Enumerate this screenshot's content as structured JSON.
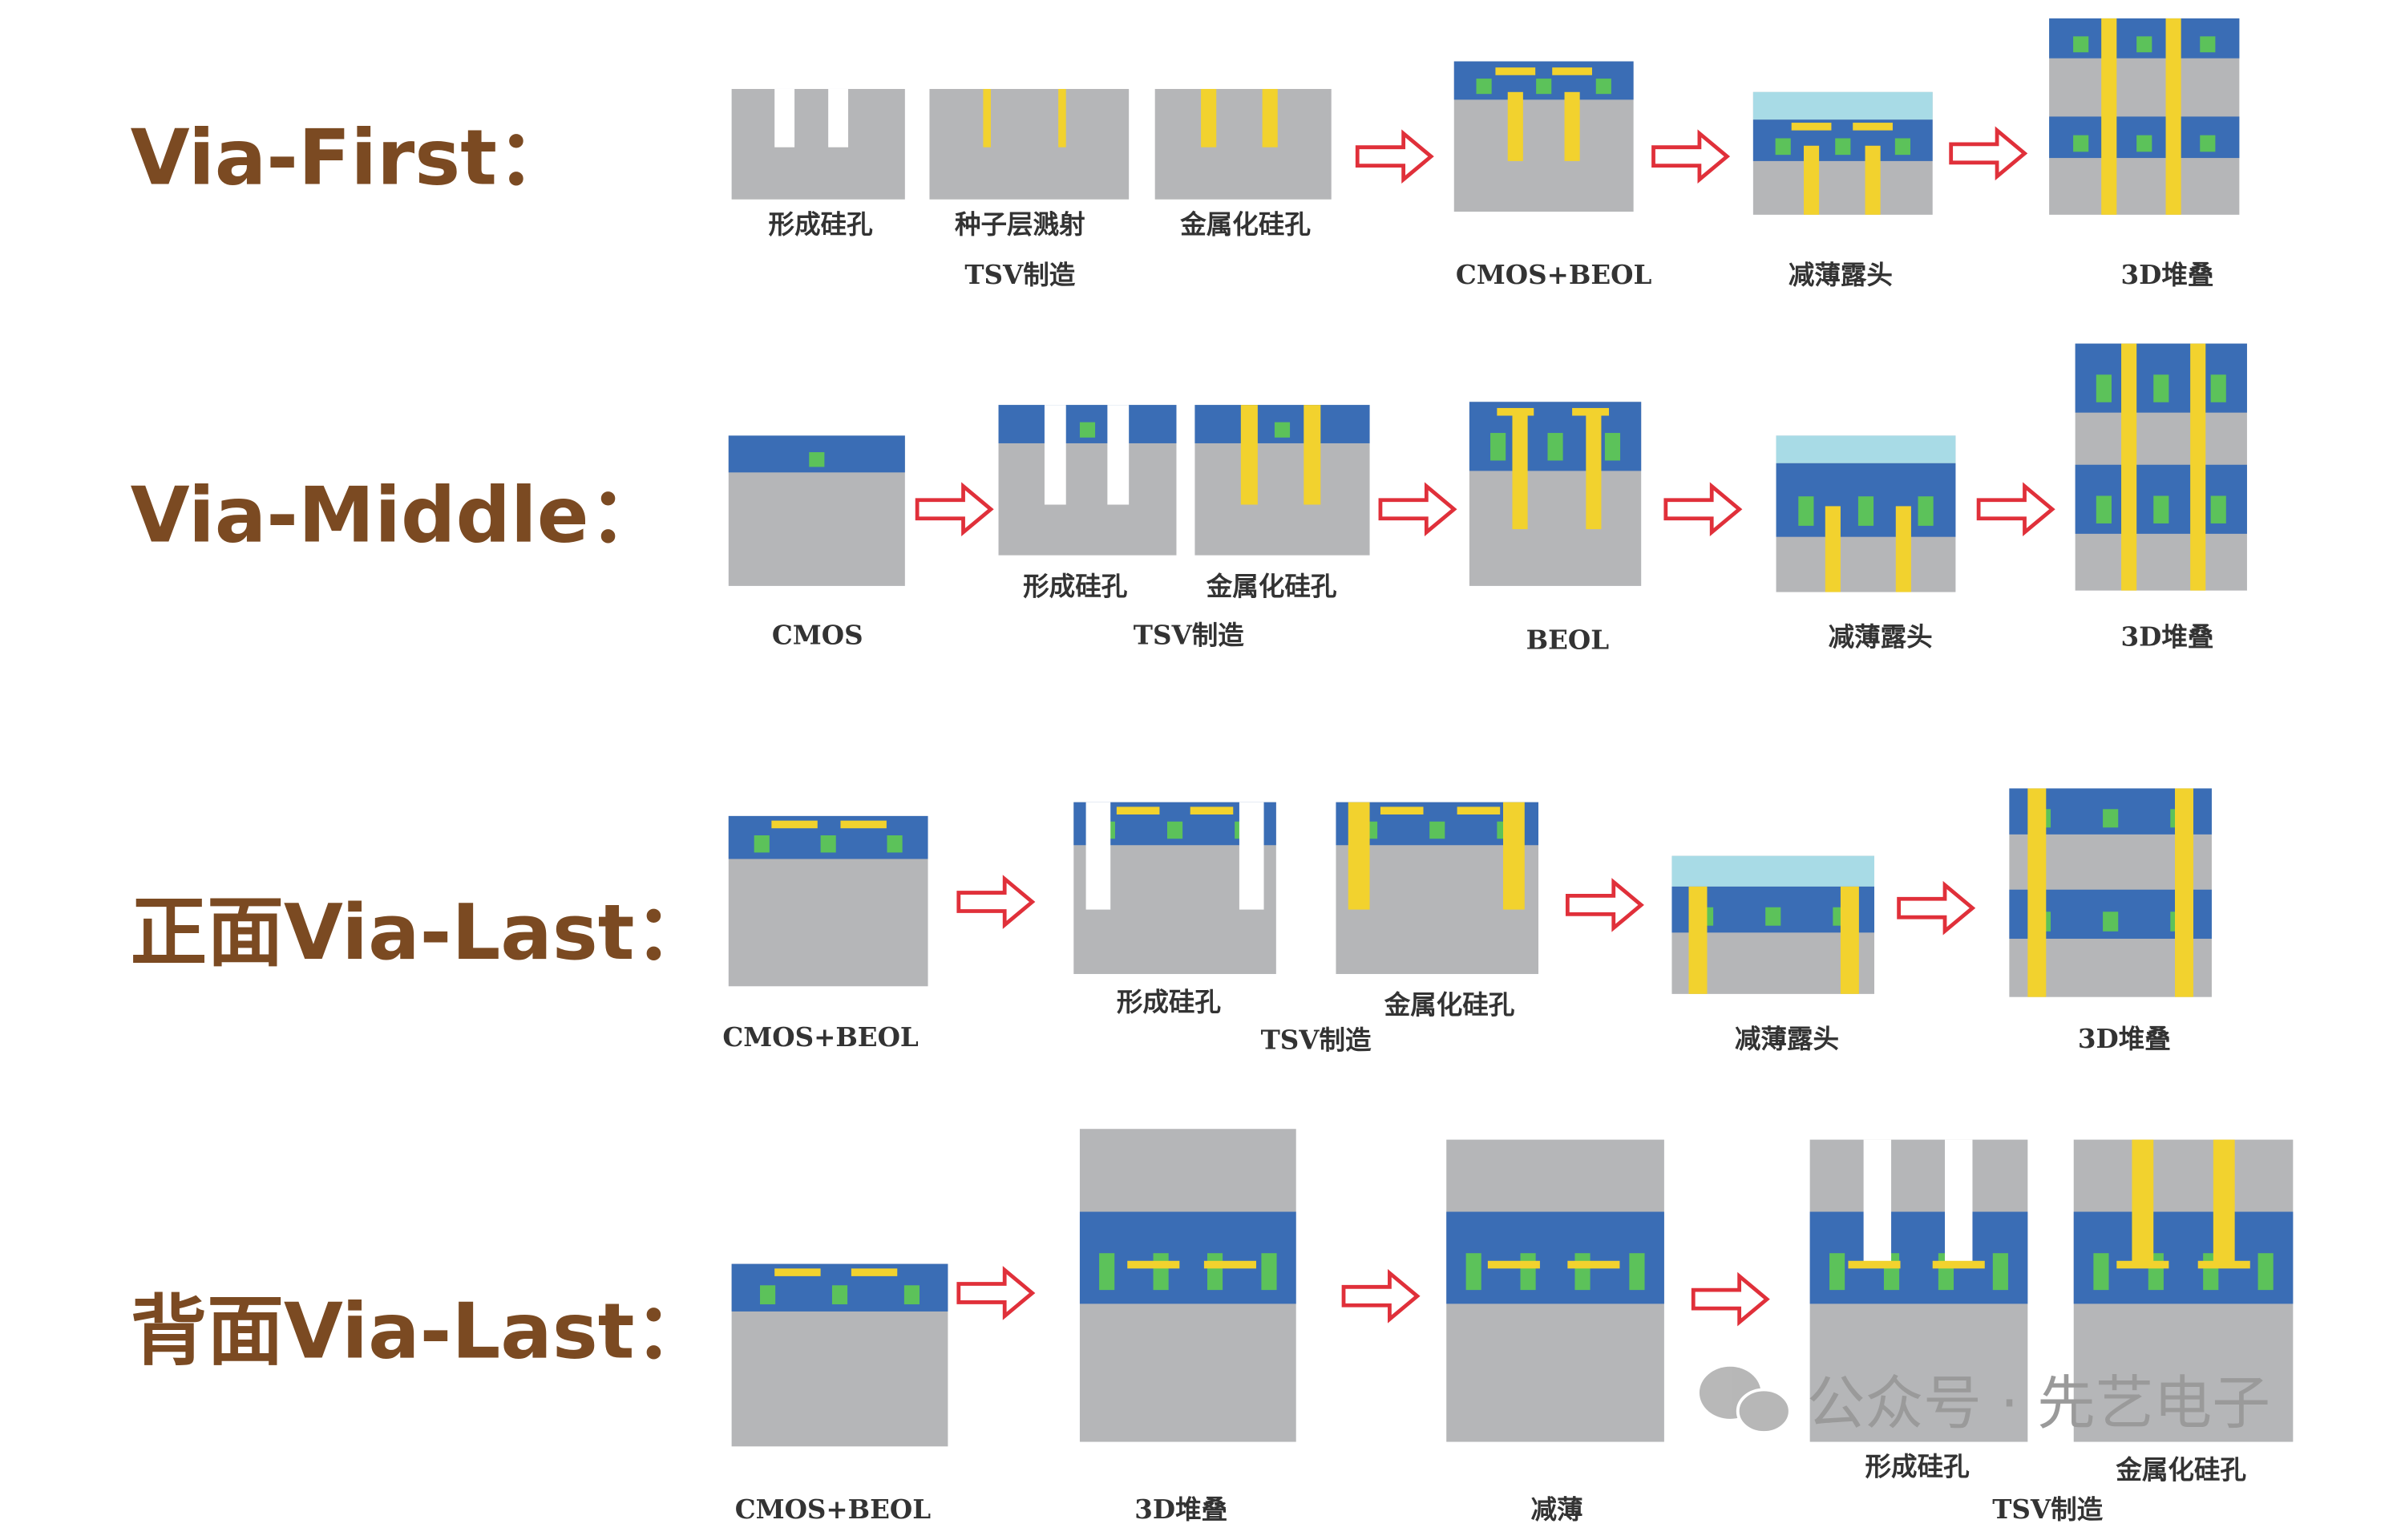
{
  "colors": {
    "substrate": "#b5b6b8",
    "beol": "#3a6db5",
    "contact": "#5cc25a",
    "metal": "#f2d22e",
    "carrier": "#a8dbe6",
    "arrow": "#e0303a",
    "title": "#7b4a22"
  },
  "rows": [
    {
      "title": "Via-First：",
      "labels": [
        "形成硅孔",
        "种子层溅射",
        "金属化硅孔",
        "TSV制造",
        "CMOS+BEOL",
        "减薄露头",
        "3D堆叠"
      ]
    },
    {
      "title": "Via-Middle：",
      "labels": [
        "CMOS",
        "形成硅孔",
        "金属化硅孔",
        "TSV制造",
        "BEOL",
        "减薄露头",
        "3D堆叠"
      ]
    },
    {
      "title": "正面Via-Last：",
      "labels": [
        "CMOS+BEOL",
        "形成硅孔",
        "金属化硅孔",
        "TSV制造",
        "减薄露头",
        "3D堆叠"
      ]
    },
    {
      "title": "背面Via-Last：",
      "labels": [
        "CMOS+BEOL",
        "3D堆叠",
        "减薄",
        "形成硅孔",
        "金属化硅孔",
        "TSV制造"
      ]
    }
  ],
  "watermark": {
    "icon": "wechat-icon",
    "text": "公众号 · 先艺电子"
  }
}
